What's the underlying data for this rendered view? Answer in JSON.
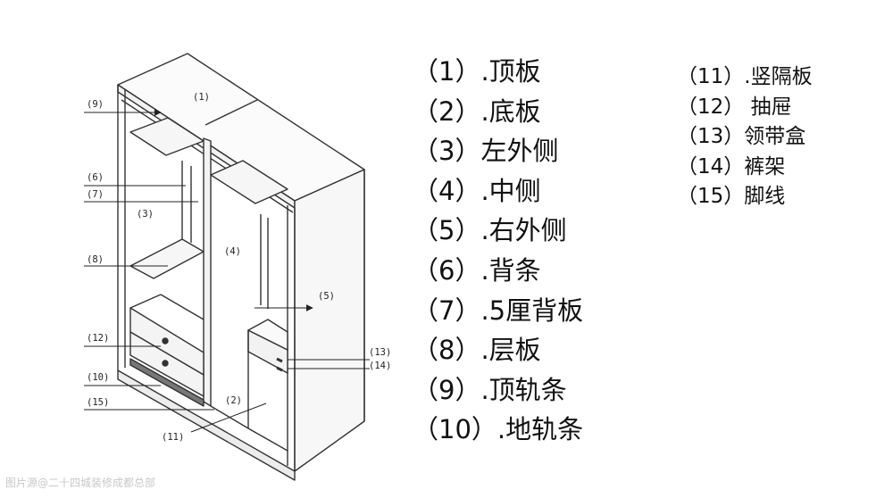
{
  "diagram_labels": {
    "l1": "(1)",
    "l2": "(2)",
    "l3": "(3)",
    "l4": "(4)",
    "l5": "(5)",
    "l6": "(6)",
    "l7": "(7)",
    "l8": "(8)",
    "l9": "(9)",
    "l10": "(10)",
    "l11": "(11)",
    "l12": "(12)",
    "l13": "(13)",
    "l14": "(14)",
    "l15": "(15)"
  },
  "legend_left": [
    "（1）.顶板",
    "（2）.底板",
    "（3）左外侧",
    "（4）.中侧",
    "（5）.右外侧",
    "（6）.背条",
    "（7）.5厘背板",
    "（8）.层板",
    "（9）.顶轨条",
    "（10）.地轨条"
  ],
  "legend_right": [
    "（11）.竖隔板",
    "（12）  抽屉",
    "（13）领带盒",
    "（14）裤架",
    "（15）脚线"
  ],
  "watermark": "图片源@二十四城装修成都总部"
}
